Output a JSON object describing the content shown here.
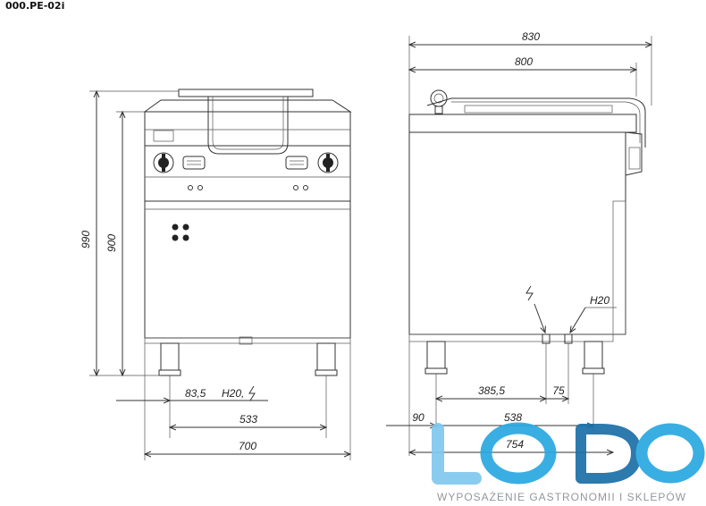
{
  "drawing": {
    "code": "000.PE-02i",
    "front_view": {
      "height_total": "990",
      "height_body": "900",
      "leg_offset": "83,5",
      "connections": "H20,",
      "leg_spacing": "533",
      "width": "700"
    },
    "side_view": {
      "depth_total": "830",
      "depth_body": "800",
      "water_label": "H20",
      "electric_offset": "385,5",
      "water_offset": "75",
      "front_overhang": "90",
      "leg_spacing": "538",
      "depth_with_handle": "754"
    }
  },
  "logo": {
    "brand": "LODO",
    "tagline": "WYPOSAŻENIE GASTRONOMII I SKLEPÓW",
    "colors": {
      "light": "#7fc8ee",
      "mid": "#29a8e0",
      "dark": "#1b6fa8"
    }
  }
}
